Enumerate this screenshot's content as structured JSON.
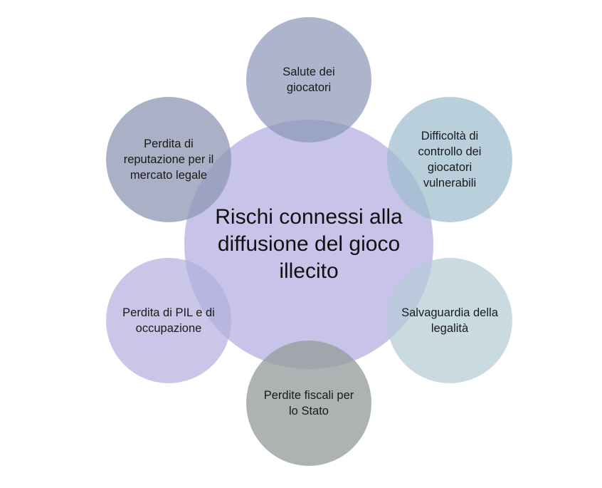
{
  "diagram": {
    "center": {
      "label": "Rischi connessi alla diffusione del gioco illecito",
      "color": "rgba(185,180,228,0.80)"
    },
    "satellites": [
      {
        "id": "b-top",
        "label": "Salute dei giocatori",
        "color": "rgba(140,152,184,0.72)"
      },
      {
        "id": "b-tr",
        "label": "Difficoltà di controllo dei giocatori vulnerabili",
        "color": "rgba(160,188,206,0.72)"
      },
      {
        "id": "b-r",
        "label": "Salvaguardia della legalità",
        "color": "rgba(182,204,214,0.72)"
      },
      {
        "id": "b-bot",
        "label": "Perdite fiscali per lo Stato",
        "color": "rgba(150,158,156,0.78)"
      },
      {
        "id": "b-l",
        "label": "Perdita di PIL e di occupazione",
        "color": "rgba(180,176,222,0.72)"
      },
      {
        "id": "b-tl",
        "label": "Perdita di reputazione per il mercato legale",
        "color": "rgba(140,150,180,0.74)"
      }
    ]
  }
}
